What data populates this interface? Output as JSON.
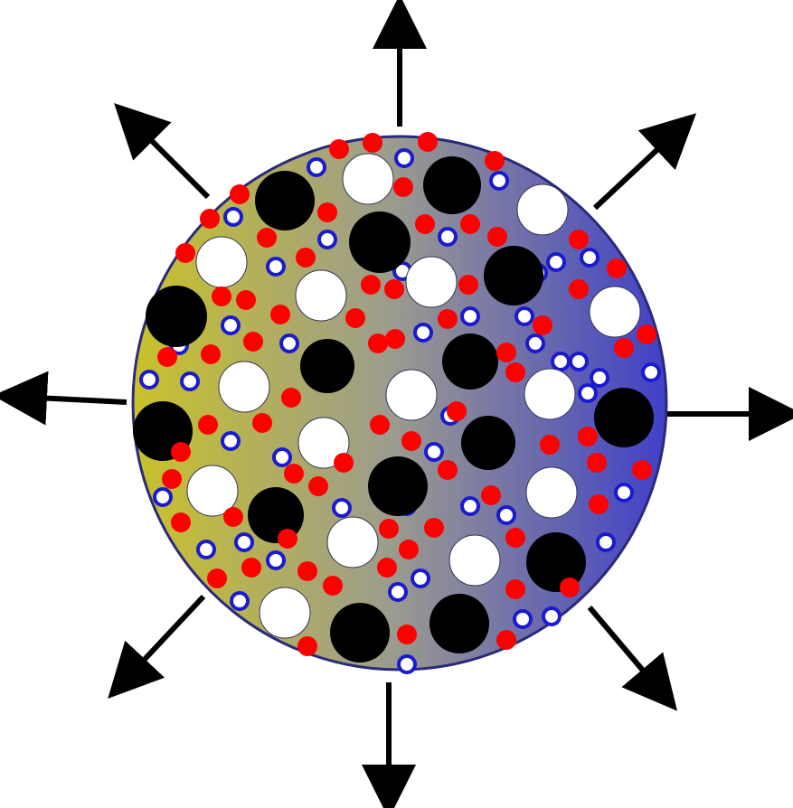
{
  "diagram": {
    "type": "radial-expansion",
    "arrow_directions": [
      "up",
      "up-right",
      "right",
      "down-right",
      "down",
      "down-left",
      "left",
      "up-left"
    ],
    "colors": {
      "arrow": "#000000",
      "disc_left": "#c9c22a",
      "disc_mid": "#9c9c8e",
      "disc_right": "#4040c8",
      "outline": "#2a2a7a",
      "large_particle": "#000000",
      "medium_particle": "#ffffff",
      "small_particle": "#ff0000",
      "tiny_particle_fill": "#ffffff",
      "tiny_particle_ring": "#1a1ad0"
    }
  }
}
